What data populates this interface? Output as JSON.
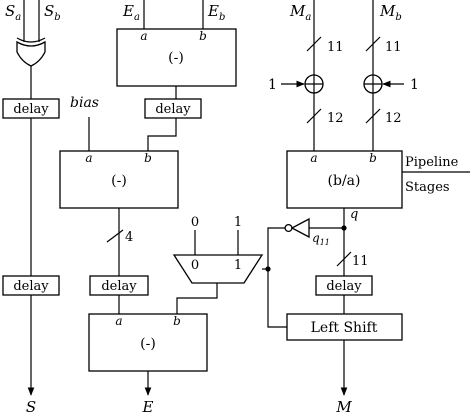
{
  "inputs": {
    "sa": "S",
    "sa_sub": "a",
    "sb": "S",
    "sb_sub": "b",
    "ea": "E",
    "ea_sub": "a",
    "eb": "E",
    "eb_sub": "b",
    "ma": "M",
    "ma_sub": "a",
    "mb": "M",
    "mb_sub": "b",
    "bias": "bias"
  },
  "outputs": {
    "s": "S",
    "e": "E",
    "m": "M"
  },
  "blocks": {
    "sub_exp": "(-)",
    "sub_bias": "(-)",
    "sub_final": "(-)",
    "divider": "(b/a)",
    "left_shift": "Left Shift",
    "delay": "delay"
  },
  "ports": {
    "a": "a",
    "b": "b"
  },
  "mux": {
    "in0": "0",
    "in1": "1",
    "sel0": "0",
    "sel1": "1"
  },
  "widths": {
    "w11": "11",
    "w12": "12",
    "w4": "4"
  },
  "constants": {
    "one": "1"
  },
  "signals": {
    "q": "q",
    "q11": "q",
    "q11_sub": "11"
  },
  "annotations": {
    "pipeline": "Pipeline",
    "stages": "Stages"
  }
}
